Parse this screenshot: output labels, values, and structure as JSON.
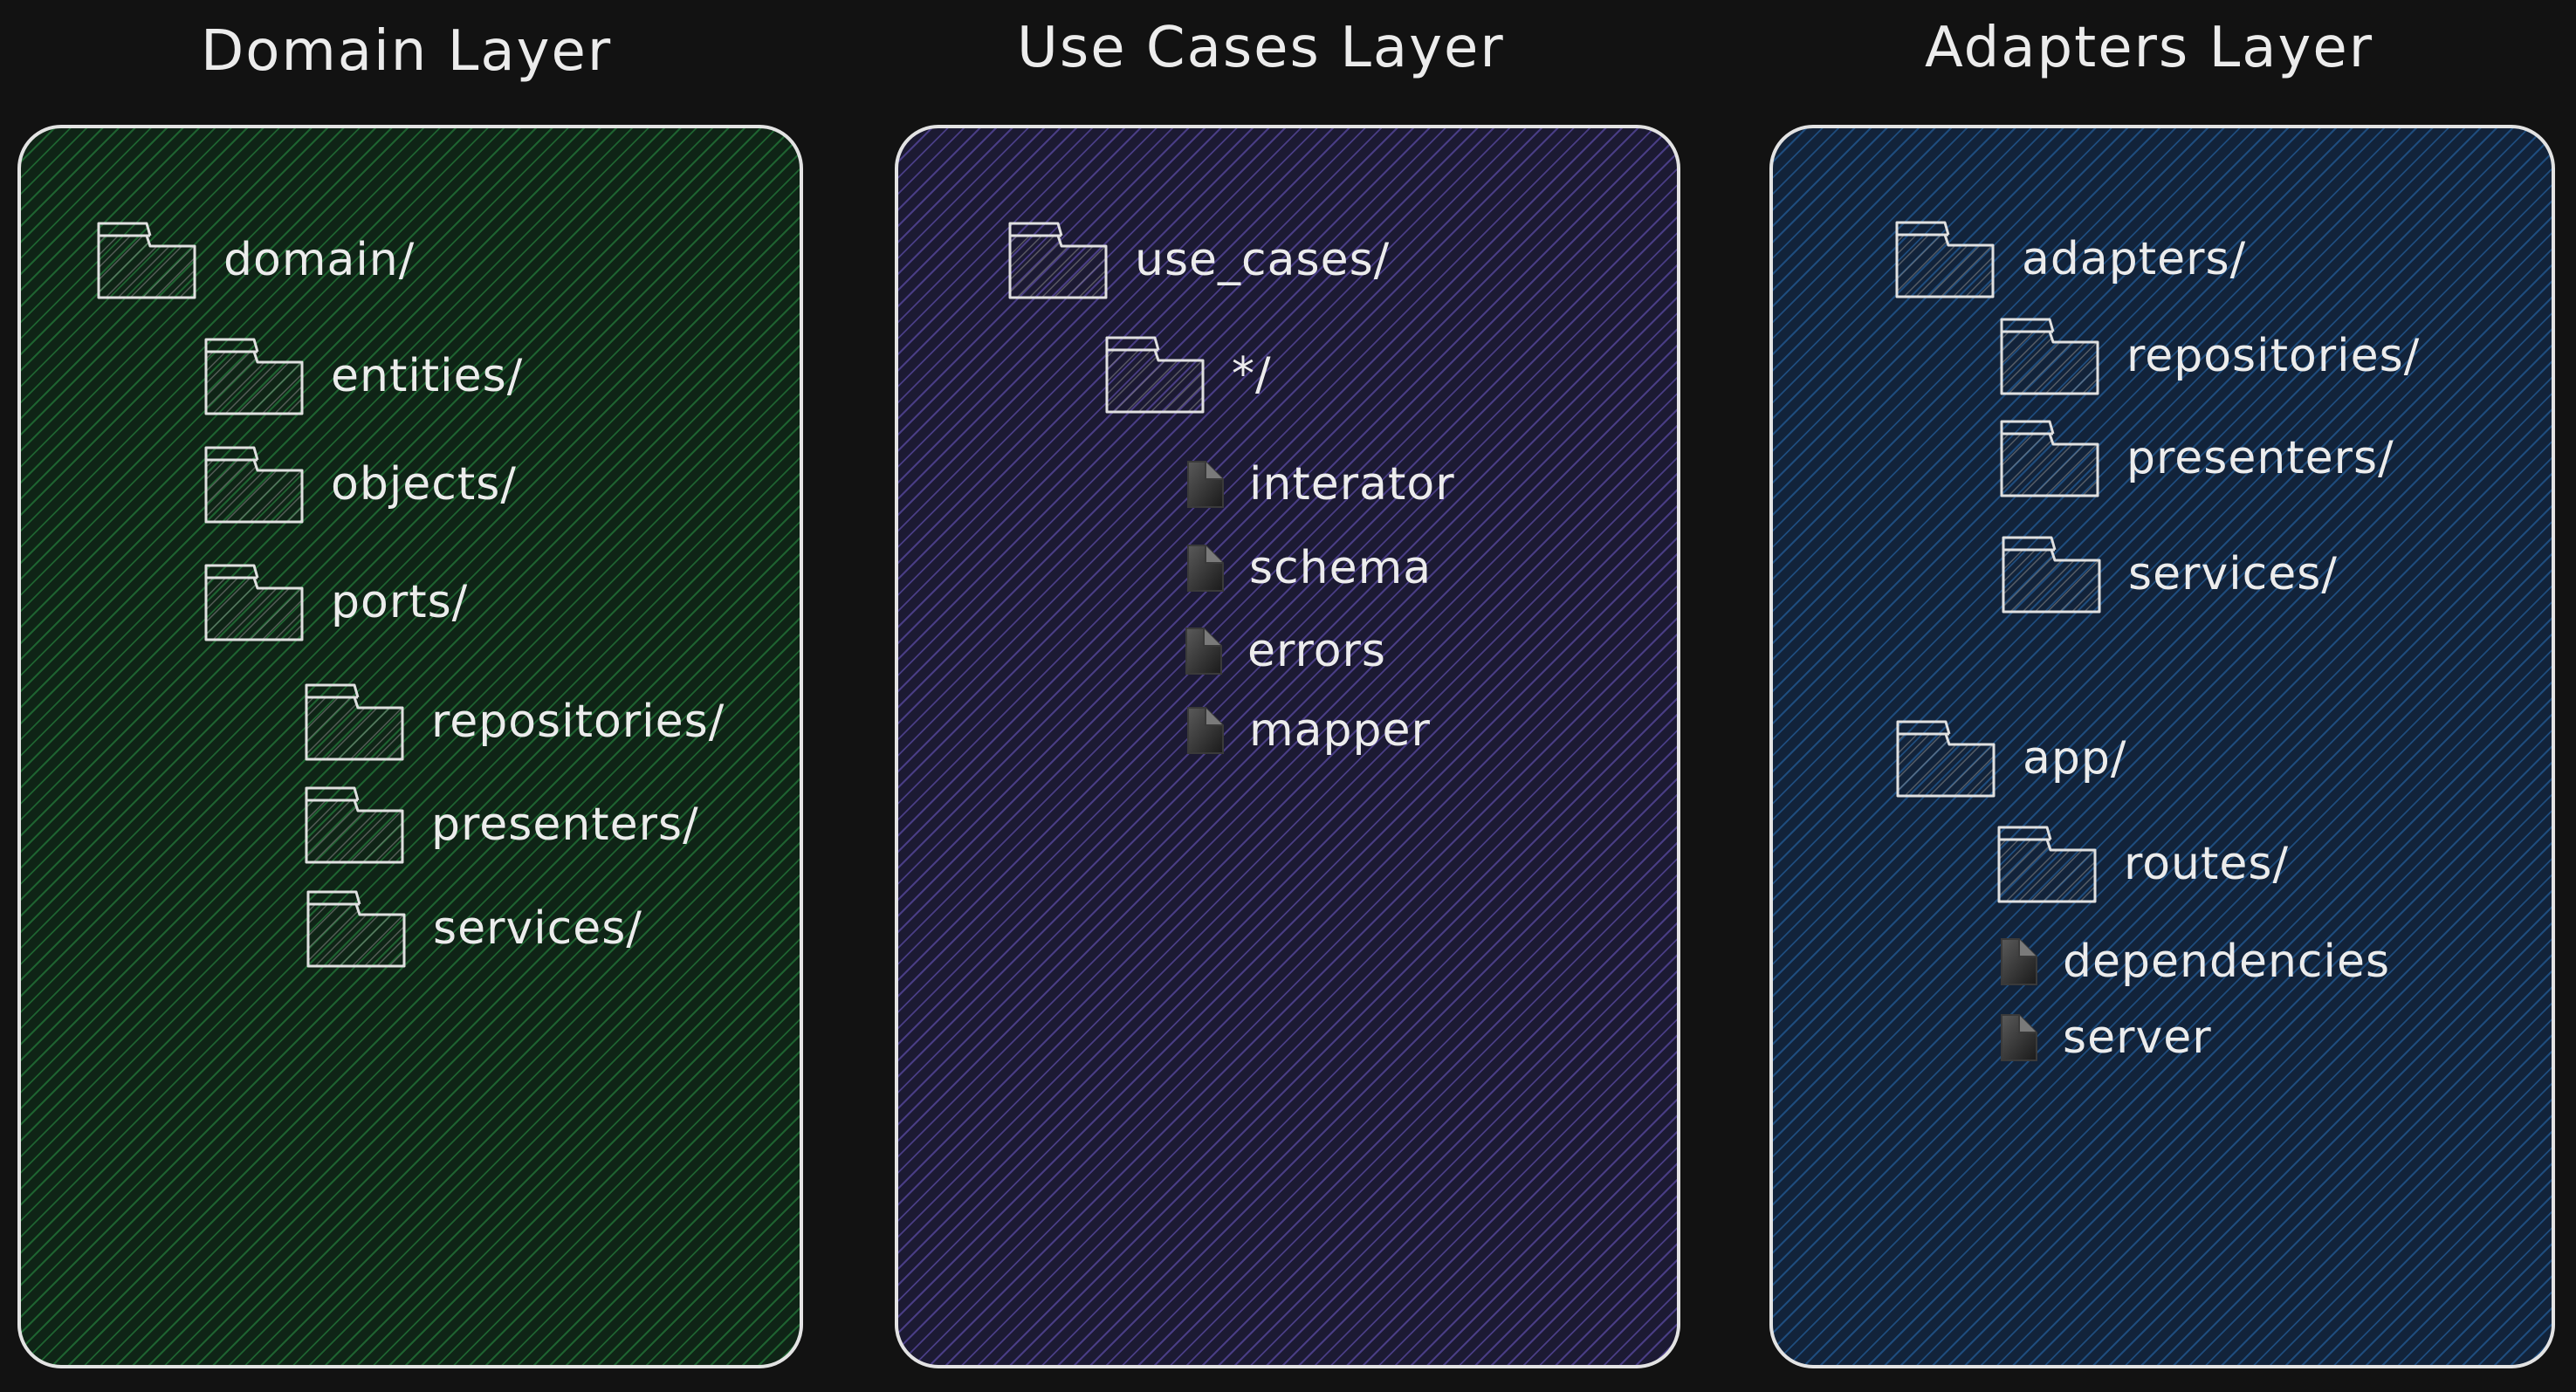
{
  "layers": [
    {
      "title": "Domain Layer",
      "entries": [
        "domain/",
        "entities/",
        "objects/",
        "ports/",
        "repositories/",
        "presenters/",
        "services/"
      ]
    },
    {
      "title": "Use Cases Layer",
      "entries": [
        "use_cases/",
        "*/",
        "interator",
        "schema",
        "errors",
        "mapper"
      ]
    },
    {
      "title": "Adapters Layer",
      "entries": [
        "adapters/",
        "repositories/",
        "presenters/",
        "services/",
        "app/",
        "routes/",
        "dependencies",
        "server"
      ]
    }
  ],
  "colors": {
    "background": "#121212",
    "domain_panel": "#0f2416",
    "domain_hatch": "#2a9646",
    "usecases_panel": "#1c1a33",
    "usecases_hatch": "#6e5ac8",
    "adapters_panel": "#12233a",
    "adapters_hatch": "#286eb4",
    "outline": "#e3e3e3",
    "text": "#ececec"
  },
  "icons": {
    "folder": "folder-icon",
    "file": "file-icon"
  }
}
